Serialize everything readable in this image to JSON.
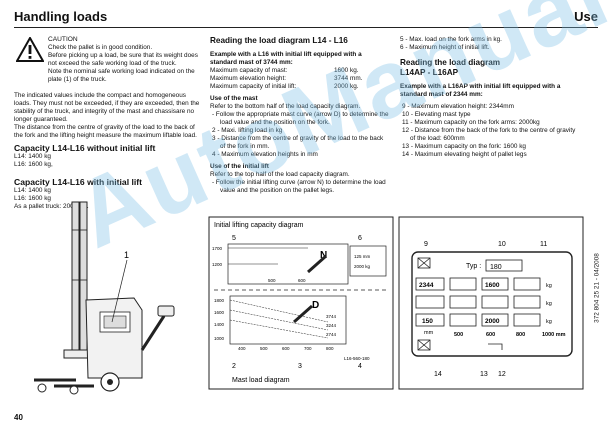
{
  "header": {
    "left": "Handling loads",
    "right": "Use"
  },
  "col1": {
    "caution_title": "CAUTION",
    "caution_lines": [
      "Check the pallet is in good condition.",
      "Before picking up a load, be sure that its weight does not exceed the safe working load of the truck.",
      "Note the nominal safe working load indicated on the plate (1) of the truck."
    ],
    "para": "The indicated values include the compact and homogeneous loads. They must not be exceeded, if they are exceeded, then the stability of the truck, and integrity of the mast and chassisare no longer guaranteed.",
    "para2": "The distance from the centre of gravity of the load to the back of the fork and the lifting height measure the maximum liftable load.",
    "h1": "Capacity L14-L16 without initial lift",
    "h1_l1": "L14: 1400 kg",
    "h1_l2": "L16: 1600 kg,",
    "h2": "Capacity L14-L16 with initial lift",
    "h2_l1": "L14: 1400 kg",
    "h2_l2": "L16: 1600 kg",
    "h2_l3": "As a pallet truck: 2000 Kg.",
    "fig_label": "1"
  },
  "col2": {
    "title": "Reading the load diagram L14 - L16",
    "example": "Example with a L16 with initial lift equipped with a standard mast of 3744 mm:",
    "specs": [
      {
        "k": "Maximum capacity of mast:",
        "v": "1600 kg."
      },
      {
        "k": "Maximum elevation height:",
        "v": "3744  mm."
      },
      {
        "k": "Maximum capacity of initial lift:",
        "v": "2000 kg."
      }
    ],
    "mast_title": "Use of the mast",
    "mast_intro": "Refer to the bottom half of the load capacity diagram.",
    "mast_items": [
      "-   Follow the appropriate mast curve (arrow D) to determine the load value and the position on the fork.",
      "2 - Maxi. lifting load in kg",
      "3 - Distance from the centre of gravity of the load to the back of the fork in mm.",
      "4 - Maximum elevation heights in mm"
    ],
    "init_title": "Use of the initial lift",
    "init_intro": "Refer to the top half of the load capacity diagram.",
    "init_items": [
      "-   Follow the initial lifting curve (arrow N) to determine the load value and the position on the pallet legs."
    ],
    "diagram": {
      "title": "Initial lifting capacity diagram",
      "caption": "Mast load diagram",
      "lbl_5": "5",
      "lbl_6": "6",
      "lbl_2": "2",
      "lbl_3": "3",
      "lbl_4": "4",
      "lbl_n": "N",
      "lbl_d": "D",
      "code": "L16-560-180",
      "top_vals": [
        "1700",
        "1200"
      ],
      "top_right": [
        "125 mm",
        "2000 kg"
      ],
      "y_vals": [
        "1800",
        "1600",
        "1400",
        "1000"
      ],
      "x_vals": [
        "400",
        "500",
        "600",
        "700",
        "800"
      ],
      "x_vals_top": [
        "500",
        "600"
      ],
      "heights": [
        "3744",
        "3244",
        "2744"
      ]
    }
  },
  "col3": {
    "intro_items": [
      "5 - Max. load on the fork arms in kg.",
      "6 - Maximum height of initial lift."
    ],
    "title_l1": "Reading the load diagram",
    "title_l2": "L14AP - L16AP",
    "example": "Example with a L16AP with initial lift equipped with a standard mast of 2344 mm:",
    "items": [
      "9 - Maximum elevation height: 2344mm",
      "10 - Elevating mast type",
      "11 - Maximum capacity on the fork arms: 2000kg",
      "12 - Distance from the back of the fork to the centre of gravity of the load: 600mm",
      "13 - Maximum capacity on the fork: 1600 kg",
      "14 - Maximum elevating height of pallet legs"
    ],
    "plate": {
      "typ_label": "Typ :",
      "typ_value": "180",
      "row1_h": "2344",
      "row1_kg": "1600",
      "row2_h": "150",
      "row2_kg": "2000",
      "unit_kg": "kg",
      "unit_mm": "mm",
      "x_vals": [
        "500",
        "600",
        "800",
        "1000 mm"
      ],
      "lbl_9": "9",
      "lbl_10": "10",
      "lbl_11": "11",
      "lbl_14": "14",
      "lbl_13": "13",
      "lbl_12": "12"
    }
  },
  "side_code": "372 804 25 21 - 04/2008",
  "page_number": "40",
  "watermark": "AutoManual"
}
